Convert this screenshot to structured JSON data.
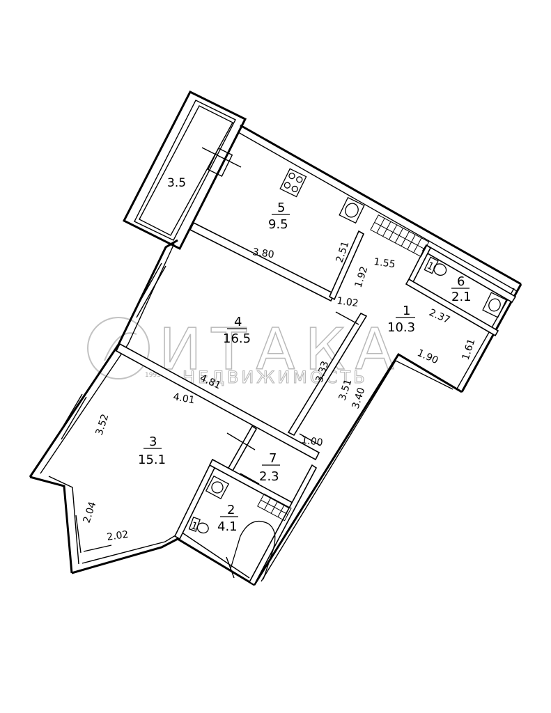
{
  "rooms": [
    {
      "number": "1",
      "area": "10.3"
    },
    {
      "number": "2",
      "area": "4.1"
    },
    {
      "number": "3",
      "area": "15.1"
    },
    {
      "number": "4",
      "area": "16.5"
    },
    {
      "number": "5",
      "area": "9.5"
    },
    {
      "number": "6",
      "area": "2.1"
    },
    {
      "number": "7",
      "area": "2.3"
    }
  ],
  "balcony_area": "3.5",
  "dimensions": {
    "d380": "3.80",
    "d251": "2.51",
    "d192": "1.92",
    "d155": "1.55",
    "d102": "1.02",
    "d237": "2.37",
    "d190": "1.90",
    "d161": "1.61",
    "d481": "4.81",
    "d401": "4.01",
    "d352": "3.52",
    "d333": "3.33",
    "d351": "3.51",
    "d340": "3.40",
    "d100": "1.00",
    "d204": "2.04",
    "d202": "2.02"
  },
  "fixture_labels": {
    "toilet_6": "1",
    "toilet_2": "1"
  },
  "watermark": {
    "brand": "ИТАКА",
    "subtitle": "НЕДВИЖИМОСТЬ",
    "year": "1993"
  }
}
